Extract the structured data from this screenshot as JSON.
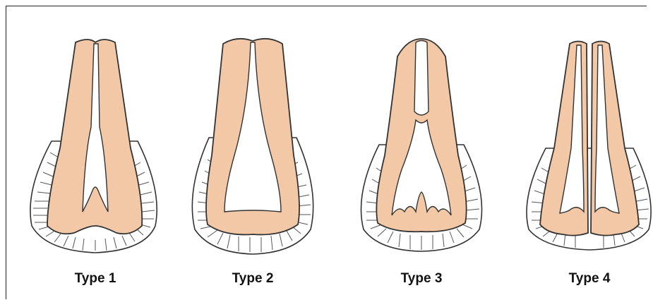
{
  "figure": {
    "types": [
      {
        "label": "Type 1"
      },
      {
        "label": "Type 2"
      },
      {
        "label": "Type 3"
      },
      {
        "label": "Type 4"
      }
    ]
  },
  "colors": {
    "dentin": "#f2c8a6",
    "dentin_dark": "#e8b48a",
    "outline": "#333333",
    "pdl": "#ffffff",
    "canal": "#ffffff"
  }
}
